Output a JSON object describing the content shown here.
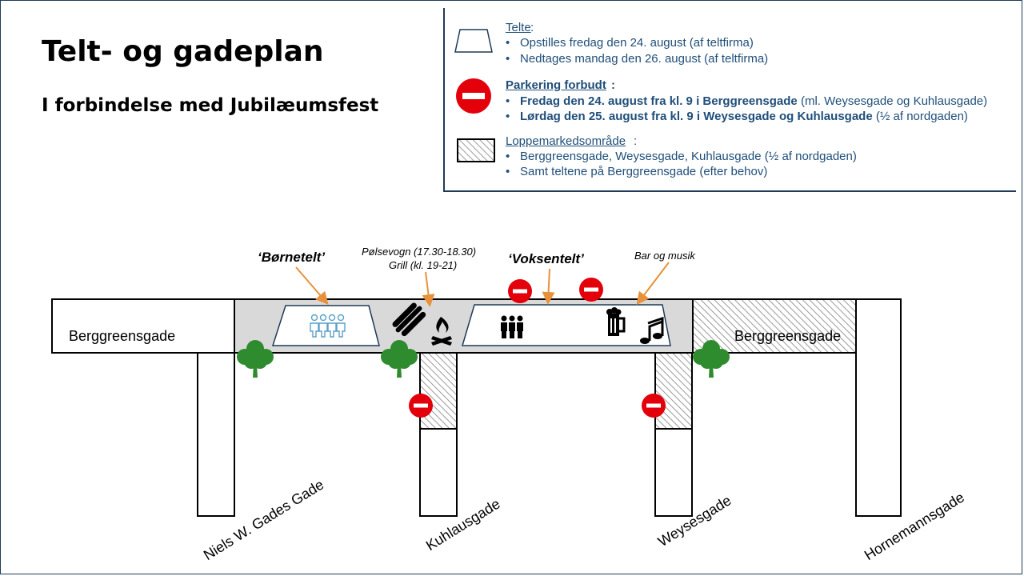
{
  "title": "Telt- og gadeplan",
  "subtitle": "I forbindelse med Jubilæumsfest",
  "legend": {
    "tents": {
      "heading": "Telte",
      "heading_suffix": ":",
      "items": [
        "Opstilles fredag den 24. august (af teltfirma)",
        "Nedtages mandag den 26. august (af teltfirma)"
      ]
    },
    "no_parking": {
      "heading": "Parkering forbudt",
      "heading_suffix": ":",
      "item1_bold": "Fredag den 24. august fra kl. 9 i Berggreensgade",
      "item1_rest": " (ml. Weysesgade og Kuhlausgade)",
      "item2_bold": "Lørdag den 25. august fra kl. 9 i Weysesgade og Kuhlausgade",
      "item2_rest": " (½ af nordgaden)"
    },
    "flea_market": {
      "heading": "Loppemarkedsområde",
      "heading_suffix": ":",
      "items": [
        "Berggreensgade, Weysesgade, Kuhlausgade (½ af nordgaden)",
        "Samt teltene på Berggreensgade (efter behov)"
      ]
    },
    "bullet": "•"
  },
  "map": {
    "berggreensgade_left": "Berggreensgade",
    "berggreensgade_right": "Berggreensgade",
    "streets": {
      "niels": "Niels W. Gades Gade",
      "kuhlau": "Kuhlausgade",
      "weyse": "Weysesgade",
      "horneman": "Hornemannsgade"
    },
    "tents": {
      "kids": "‘Børnetelt’",
      "adults": "‘Voksentelt’"
    },
    "annotations": {
      "sausage": "Pølsevogn (17.30-18.30)",
      "grill": "Grill (kl. 19-21)",
      "bar": "Bar og musik"
    }
  },
  "colors": {
    "road_fill": "#d9d9d9",
    "outline": "#000000",
    "tent_stroke": "#1f3b57",
    "legend_text": "#1f4e79",
    "no_parking": "#e3000b",
    "tree": "#2e8b2e",
    "arrow": "#e7913a",
    "people_icon": "#5aa0c8"
  },
  "icons": [
    "tent-icon",
    "no-parking-icon",
    "hatch-icon",
    "tree-icon",
    "sausage-icon",
    "campfire-icon",
    "people-icon",
    "beer-icon",
    "music-note-icon"
  ]
}
